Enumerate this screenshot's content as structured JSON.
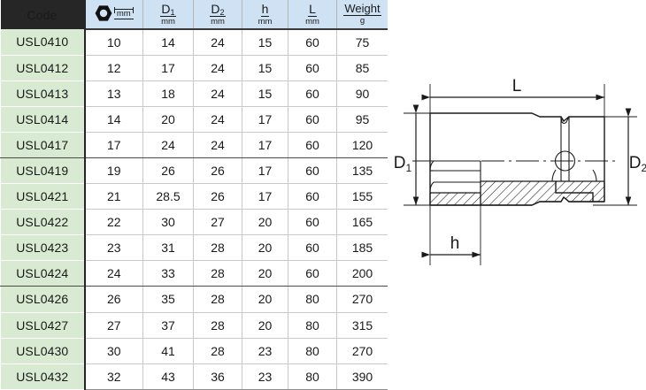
{
  "table": {
    "columns": [
      {
        "key": "code",
        "label": "Code",
        "unit": "",
        "icon": ""
      },
      {
        "key": "hex",
        "label": "",
        "unit": "mm",
        "icon": "hexagon-socket-icon"
      },
      {
        "key": "d1",
        "label": "D",
        "sub": "1",
        "unit": "mm",
        "icon": ""
      },
      {
        "key": "d2",
        "label": "D",
        "sub": "2",
        "unit": "mm",
        "icon": ""
      },
      {
        "key": "h",
        "label": "h",
        "sub": "",
        "unit": "mm",
        "icon": ""
      },
      {
        "key": "l",
        "label": "L",
        "sub": "",
        "unit": "mm",
        "icon": ""
      },
      {
        "key": "weight",
        "label": "Weight",
        "sub": "",
        "unit": "g",
        "icon": ""
      }
    ],
    "rows": [
      {
        "code": "USL0410",
        "hex": "10",
        "d1": "14",
        "d2": "24",
        "h": "15",
        "l": "60",
        "weight": "75",
        "group_end": false
      },
      {
        "code": "USL0412",
        "hex": "12",
        "d1": "17",
        "d2": "24",
        "h": "15",
        "l": "60",
        "weight": "85",
        "group_end": false
      },
      {
        "code": "USL0413",
        "hex": "13",
        "d1": "18",
        "d2": "24",
        "h": "15",
        "l": "60",
        "weight": "90",
        "group_end": false
      },
      {
        "code": "USL0414",
        "hex": "14",
        "d1": "20",
        "d2": "24",
        "h": "17",
        "l": "60",
        "weight": "95",
        "group_end": false
      },
      {
        "code": "USL0417",
        "hex": "17",
        "d1": "24",
        "d2": "24",
        "h": "17",
        "l": "60",
        "weight": "120",
        "group_end": true
      },
      {
        "code": "USL0419",
        "hex": "19",
        "d1": "26",
        "d2": "26",
        "h": "17",
        "l": "60",
        "weight": "135",
        "group_end": false
      },
      {
        "code": "USL0421",
        "hex": "21",
        "d1": "28.5",
        "d2": "26",
        "h": "17",
        "l": "60",
        "weight": "155",
        "group_end": false
      },
      {
        "code": "USL0422",
        "hex": "22",
        "d1": "30",
        "d2": "27",
        "h": "20",
        "l": "60",
        "weight": "165",
        "group_end": false
      },
      {
        "code": "USL0423",
        "hex": "23",
        "d1": "31",
        "d2": "28",
        "h": "20",
        "l": "60",
        "weight": "185",
        "group_end": false
      },
      {
        "code": "USL0424",
        "hex": "24",
        "d1": "33",
        "d2": "28",
        "h": "20",
        "l": "60",
        "weight": "200",
        "group_end": true
      },
      {
        "code": "USL0426",
        "hex": "26",
        "d1": "35",
        "d2": "28",
        "h": "20",
        "l": "80",
        "weight": "270",
        "group_end": false
      },
      {
        "code": "USL0427",
        "hex": "27",
        "d1": "37",
        "d2": "28",
        "h": "20",
        "l": "80",
        "weight": "315",
        "group_end": false
      },
      {
        "code": "USL0430",
        "hex": "30",
        "d1": "41",
        "d2": "28",
        "h": "23",
        "l": "80",
        "weight": "270",
        "group_end": false
      },
      {
        "code": "USL0432",
        "hex": "32",
        "d1": "43",
        "d2": "36",
        "h": "23",
        "l": "80",
        "weight": "390",
        "group_end": false
      }
    ]
  },
  "diagram": {
    "name": "deep-impact-socket-cross-section",
    "labels": {
      "length": "L",
      "diameter_1": "D",
      "diameter_1_sub": "1",
      "diameter_2": "D",
      "diameter_2_sub": "2",
      "depth": "h"
    }
  },
  "colors": {
    "header_code_bg": "#262626",
    "header_dim_bg": "#cfe2f3",
    "code_cell_bg": "#d9ead3",
    "value_cell_bg": "#ffffff",
    "text": "#1a1a1a",
    "grid_line": "#c9c9c9",
    "group_line": "#4a4a4a",
    "diagram_line": "#1a1a1a"
  }
}
